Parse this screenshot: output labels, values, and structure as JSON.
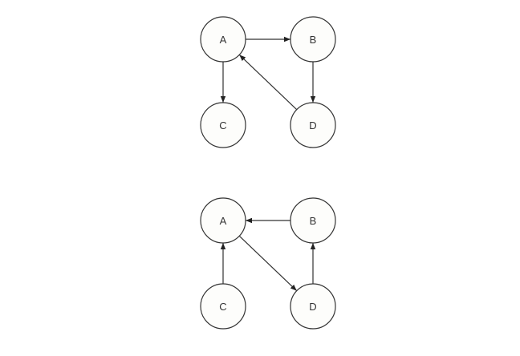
{
  "colors": {
    "node_fill": "#fdfdfb",
    "stroke": "#333333",
    "text": "#333333"
  },
  "graphs": [
    {
      "name": "graph-top",
      "nodes": [
        "A",
        "B",
        "C",
        "D"
      ],
      "edges": [
        [
          "A",
          "B"
        ],
        [
          "A",
          "C"
        ],
        [
          "B",
          "D"
        ],
        [
          "D",
          "A"
        ]
      ]
    },
    {
      "name": "graph-bottom",
      "nodes": [
        "A",
        "B",
        "C",
        "D"
      ],
      "edges": [
        [
          "B",
          "A"
        ],
        [
          "C",
          "A"
        ],
        [
          "A",
          "D"
        ],
        [
          "D",
          "B"
        ]
      ]
    }
  ]
}
